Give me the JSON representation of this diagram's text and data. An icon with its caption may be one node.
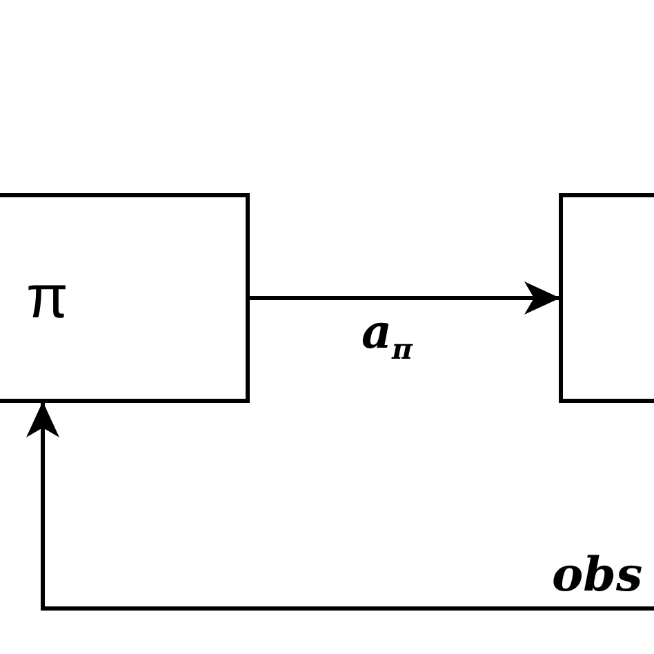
{
  "diagram": {
    "nodes": [
      {
        "text": [
          "π"
        ]
      },
      {
        "text": [],
        "shape": "box"
      }
    ],
    "edges": [
      {
        "from": 0,
        "to": 1,
        "arrow": "to",
        "label": "a$_{π}$"
      },
      {
        "from": null,
        "to": 0,
        "arrow": "to",
        "label": "obs"
      }
    ]
  }
}
